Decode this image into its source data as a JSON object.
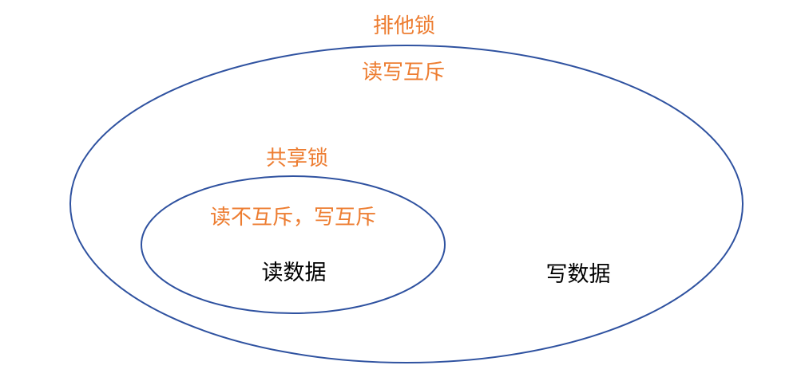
{
  "colors": {
    "ellipse_stroke": "#2F52A0",
    "accent_text": "#ED7D31",
    "body_text": "#000000",
    "background": "#FFFFFF"
  },
  "outer": {
    "title": "排他锁",
    "subtitle": "读写互斥",
    "content": "写数据"
  },
  "inner": {
    "title": "共享锁",
    "subtitle": "读不互斥，写互斥",
    "content": "读数据"
  }
}
